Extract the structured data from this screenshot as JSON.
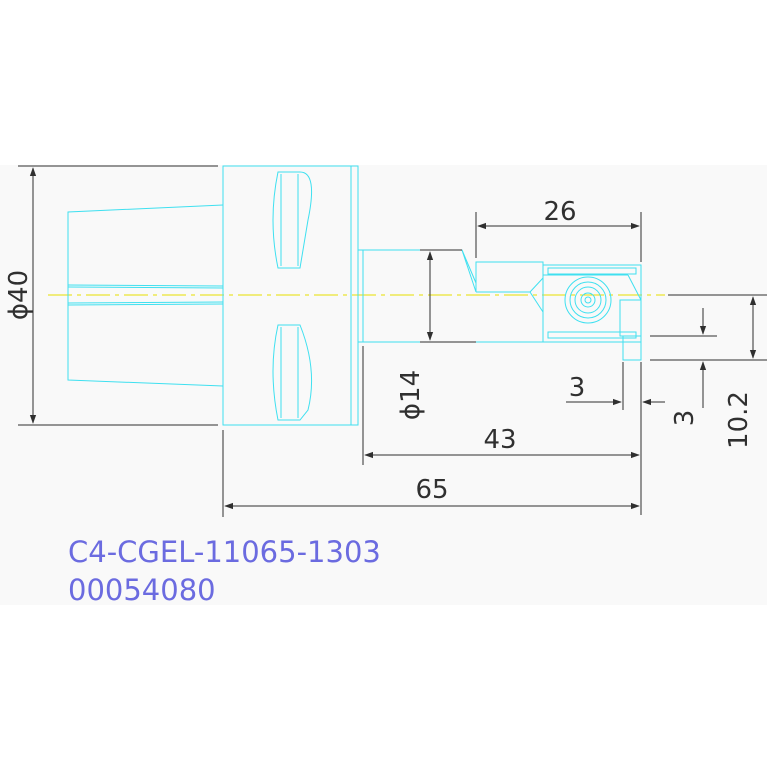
{
  "drawing": {
    "dimensions": {
      "d40": "ϕ40",
      "d14": "ϕ14",
      "len26": "26",
      "len43": "43",
      "len65": "65",
      "len3_horizontal": "3",
      "len3_vertical": "3",
      "len10_2": "10.2"
    },
    "labels": {
      "part_code": "C4-CGEL-11065-1303",
      "part_number": "00054080"
    },
    "colors": {
      "outline": "#3fe0f0",
      "dimension": "#303030",
      "centerline": "#e8e000",
      "text": "#6b6be0",
      "panel": "#f9f9f9"
    }
  }
}
